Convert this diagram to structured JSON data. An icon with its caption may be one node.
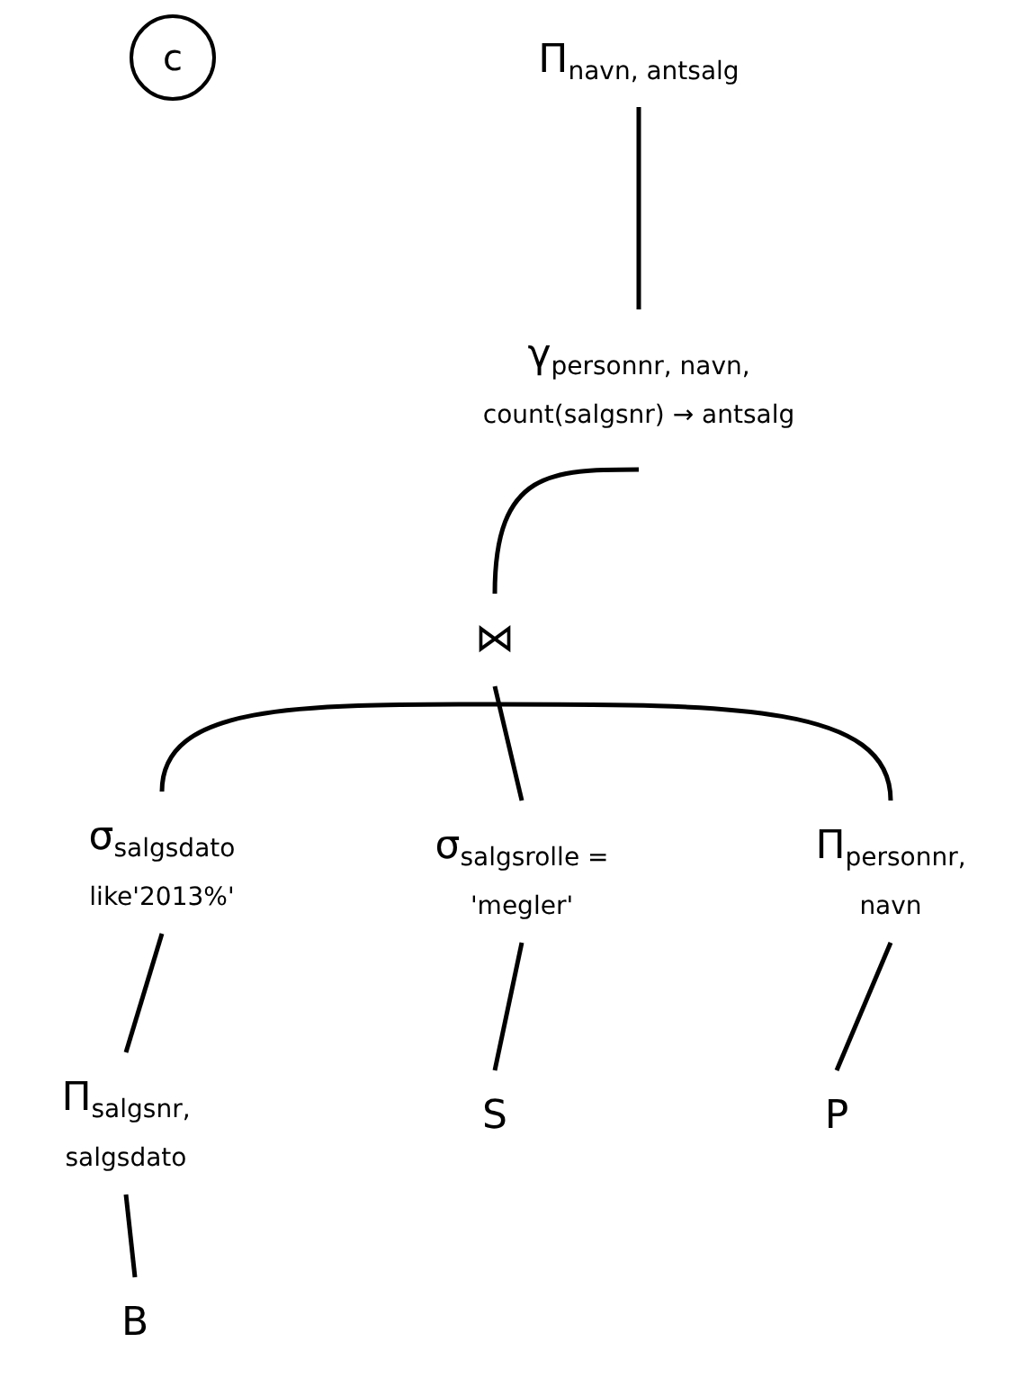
{
  "diagram": {
    "nodes": [
      {
        "text": [
          "Π$_{navn, antsalg}$"
        ]
      },
      {
        "text": [
          "γ$_{personnr, navn, count(salgsnr) → antsalg}$"
        ]
      },
      {
        "text": [
          "⋈"
        ]
      },
      {
        "text": [
          "σ$_{salgsdato like'2013%'}$"
        ]
      },
      {
        "text": [
          "σ$_{salgsrolle = 'megler'}$"
        ]
      },
      {
        "text": [
          "Π$_{personnr, navn}$"
        ]
      },
      {
        "text": [
          "Π$_{salgsnr, salgsdato}$"
        ]
      },
      {
        "text": [
          "S"
        ]
      },
      {
        "text": [
          "P"
        ]
      },
      {
        "text": [
          "B"
        ]
      }
    ],
    "edges": [
      {
        "from": 0,
        "to": 1,
        "arrow": "none"
      },
      {
        "from": 1,
        "to": 2,
        "arrow": "none"
      },
      {
        "from": 2,
        "to": 3,
        "arrow": "none"
      },
      {
        "from": 2,
        "to": 4,
        "arrow": "none"
      },
      {
        "from": 2,
        "to": 5,
        "arrow": "none"
      },
      {
        "from": 3,
        "to": 6,
        "arrow": "none"
      },
      {
        "from": 6,
        "to": 9,
        "arrow": "none"
      },
      {
        "from": 4,
        "to": 7,
        "arrow": "none"
      },
      {
        "from": 5,
        "to": 8,
        "arrow": "none"
      }
    ],
    "labels": [
      "c"
    ]
  }
}
